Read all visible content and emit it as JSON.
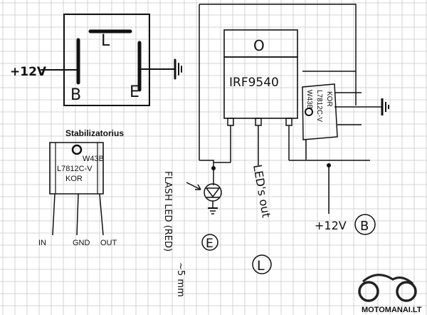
{
  "relay": {
    "pin_l": "L",
    "pin_b": "B",
    "pin_e": "E",
    "supply": "+12V"
  },
  "stabilizer": {
    "title": "Stabilizatorius",
    "line1": "W43B",
    "line2": "L7812C-V",
    "line3": "KOR",
    "pin_in": "IN",
    "pin_gnd": "GND",
    "pin_out": "OUT"
  },
  "mosfet": {
    "tab_label": "O",
    "part": "IRF9540"
  },
  "regulator_right": {
    "line1": "W43B",
    "line2": "L7812C-V",
    "line3": "KOR"
  },
  "led": {
    "note_line1": "FLASH LED (RED)",
    "note_line2": "~5 mm",
    "terminal": "E"
  },
  "leds_output": {
    "label": "LED's out",
    "terminal": "L"
  },
  "supply_b": {
    "label": "+12V",
    "terminal": "B"
  },
  "watermark": {
    "text": "MOTOMANAI.LT"
  },
  "colors": {
    "ink": "#111111",
    "grid": "#c8c8c8",
    "paper": "#ffffff"
  }
}
